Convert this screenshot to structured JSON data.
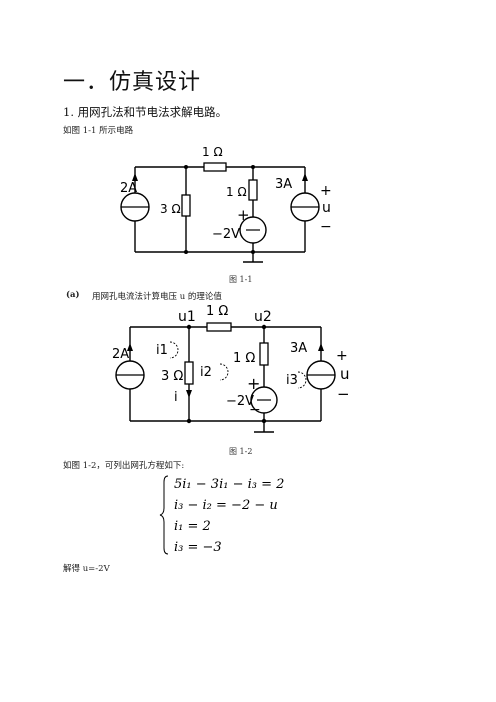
{
  "heading": "一．仿真设计",
  "problem": "1. 用网孔法和节电法求解电路。",
  "intro": "如图 1-1 所示电路",
  "fig1": {
    "labels": {
      "r_top": "1 Ω",
      "r_left": "3 Ω",
      "r_mid": "1 Ω",
      "src_left": "2A",
      "src_right": "3A",
      "vsrc": "−2V",
      "plus_mid": "+",
      "plus_right": "+",
      "minus_right": "−",
      "u": "u"
    },
    "caption": "图 1-1"
  },
  "part_a": {
    "mark": "(a)",
    "text": "用网孔电流法计算电压 u 的理论值"
  },
  "fig2": {
    "labels": {
      "u1": "u1",
      "u2": "u2",
      "r_top": "1 Ω",
      "r_left": "3 Ω",
      "r_mid": "1 Ω",
      "src_left": "2A",
      "src_right": "3A",
      "vsrc": "−2V",
      "i1": "i1",
      "i2": "i2",
      "i3": "i3",
      "i": "i",
      "plus_mid": "+",
      "minus_mid": "−",
      "plus_right": "+",
      "minus_right": "−",
      "u": "u"
    },
    "caption": "图 1-2"
  },
  "equations_intro": "如图 1-2，可列出网孔方程如下:",
  "equations": [
    "5i₁ − 3i₁ − i₃ = 2",
    "i₃ − i₂ = −2 − u",
    "i₁ = 2",
    "i₃ = −3"
  ],
  "result": "解得 u=-2V"
}
